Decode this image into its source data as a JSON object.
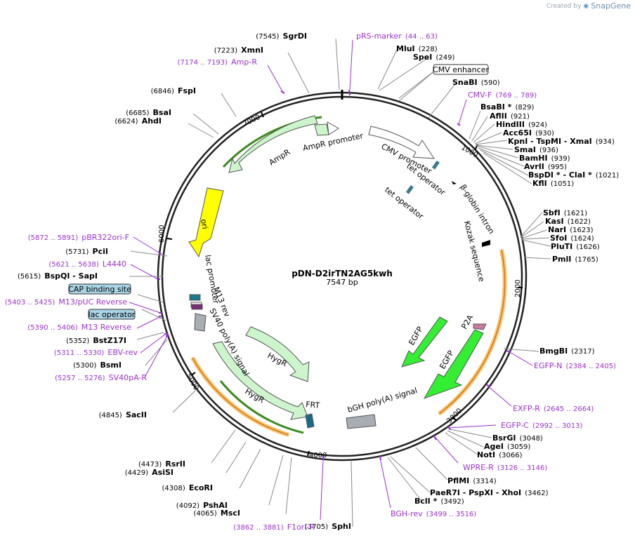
{
  "brand": {
    "created_by": "Created by",
    "app": "SnapGene"
  },
  "plasmid": {
    "name": "pDN-D2irTN2AG5kwh",
    "length": "7547 bp"
  },
  "ticks": [
    "1000",
    "2000",
    "3000",
    "4000",
    "5000",
    "6000",
    "7000"
  ],
  "features": {
    "amp_promoter": "AmpR promoter",
    "ampr": "AmpR",
    "ori": "ori",
    "cmv_promoter": "CMV promoter",
    "tet_operator_1": "tet operator",
    "tet_operator_2": "tet operator",
    "bglobin_intron": "β-globin intron",
    "kozak": "Kozak sequence",
    "lac_promoter": "lac promoter",
    "m13_rev": "M13 rev",
    "sv40_polya": "SV40 poly(A) signal",
    "hygr_1": "HygR",
    "hygr_2": "HygR",
    "frt": "FRT",
    "egfp_1": "EGFP",
    "egfp_2": "EGFP",
    "p2a": "P2A",
    "bgh_polya": "bGH poly(A) signal",
    "cmv_enhancer": "CMV enhancer",
    "cap_site": "CAP binding site",
    "lac_operator": "lac operator"
  },
  "labels": [
    {
      "pos": "(7545)",
      "name": "SgrDI"
    },
    {
      "pos": "(7223)",
      "name": "XmnI"
    },
    {
      "pos": "(6846)",
      "name": "FspI"
    },
    {
      "pos": "(6685)",
      "name": "BsaI"
    },
    {
      "pos": "(6624)",
      "name": "AhdI"
    },
    {
      "pos": "(5731)",
      "name": "PciI"
    },
    {
      "pos": "(5615)",
      "name": "BspQI - SapI"
    },
    {
      "pos": "(5352)",
      "name": "BstZ17I"
    },
    {
      "pos": "(5300)",
      "name": "BsmI"
    },
    {
      "pos": "(4845)",
      "name": "SacII"
    },
    {
      "pos": "(4473)",
      "name": "RsrII"
    },
    {
      "pos": "(4429)",
      "name": "AsiSI"
    },
    {
      "pos": "(4308)",
      "name": "EcoRI"
    },
    {
      "pos": "(4092)",
      "name": "PshAI"
    },
    {
      "pos": "(4065)",
      "name": "MscI"
    },
    {
      "pos": "(3705)",
      "name": "SphI"
    },
    {
      "pos": "(228)",
      "name": "MluI"
    },
    {
      "pos": "(249)",
      "name": "SpeI"
    },
    {
      "pos": "(590)",
      "name": "SnaBI"
    },
    {
      "pos": "(829)",
      "name": "BsaBI *"
    },
    {
      "pos": "(921)",
      "name": "AflII"
    },
    {
      "pos": "(924)",
      "name": "HindIII"
    },
    {
      "pos": "(930)",
      "name": "Acc65I"
    },
    {
      "pos": "(934)",
      "name": "KpnI - TspMI - XmaI"
    },
    {
      "pos": "(936)",
      "name": "SmaI"
    },
    {
      "pos": "(939)",
      "name": "BamHI"
    },
    {
      "pos": "(995)",
      "name": "AvrII"
    },
    {
      "pos": "(1021)",
      "name": "BspDI * - ClaI *"
    },
    {
      "pos": "(1051)",
      "name": "KflI"
    },
    {
      "pos": "(1621)",
      "name": "SbfI"
    },
    {
      "pos": "(1622)",
      "name": "KasI"
    },
    {
      "pos": "(1623)",
      "name": "NarI"
    },
    {
      "pos": "(1624)",
      "name": "SfoI"
    },
    {
      "pos": "(1626)",
      "name": "PluTI"
    },
    {
      "pos": "(1765)",
      "name": "PmlI"
    },
    {
      "pos": "(2317)",
      "name": "BmgBI"
    },
    {
      "pos": "(3048)",
      "name": "BsrGI"
    },
    {
      "pos": "(3059)",
      "name": "AgeI"
    },
    {
      "pos": "(3066)",
      "name": "NotI"
    },
    {
      "pos": "(3314)",
      "name": "PflMI"
    },
    {
      "pos": "(3462)",
      "name": "PaeR7I - PspXI - XhoI"
    },
    {
      "pos": "(3492)",
      "name": "BclI *"
    }
  ],
  "primers": [
    {
      "name": "pRS-marker",
      "range": "(44 .. 63)"
    },
    {
      "name": "Amp-R",
      "range": "(7174 .. 7193)"
    },
    {
      "name": "CMV-F",
      "range": "(769 .. 789)"
    },
    {
      "name": "pBR322ori-F",
      "range": "(5872 .. 5891)"
    },
    {
      "name": "L4440",
      "range": "(5621 .. 5638)"
    },
    {
      "name": "M13/pUC Reverse",
      "range": "(5403 .. 5425)"
    },
    {
      "name": "M13 Reverse",
      "range": "(5390 .. 5406)"
    },
    {
      "name": "EBV-rev",
      "range": "(5311 .. 5330)"
    },
    {
      "name": "SV40pA-R",
      "range": "(5257 .. 5276)"
    },
    {
      "name": "F1ori-R",
      "range": "(3862 .. 3881)"
    },
    {
      "name": "BGH-rev",
      "range": "(3499 .. 3516)"
    },
    {
      "name": "WPRE-R",
      "range": "(3126 .. 3146)"
    },
    {
      "name": "EGFP-C",
      "range": "(2992 .. 3013)"
    },
    {
      "name": "EXFP-R",
      "range": "(2645 .. 2664)"
    },
    {
      "name": "EGFP-N",
      "range": "(2384 .. 2405)"
    }
  ],
  "colors": {
    "backbone": "#222222",
    "ampr": "#ccf5cc",
    "ori": "#ffff00",
    "egfp": "#33ee33",
    "primer": "#9b30d0",
    "orf": "#ffc16b",
    "orf_line": "#3a8a1a",
    "marker": "#7a96a6",
    "box": "#a8d4e6"
  }
}
